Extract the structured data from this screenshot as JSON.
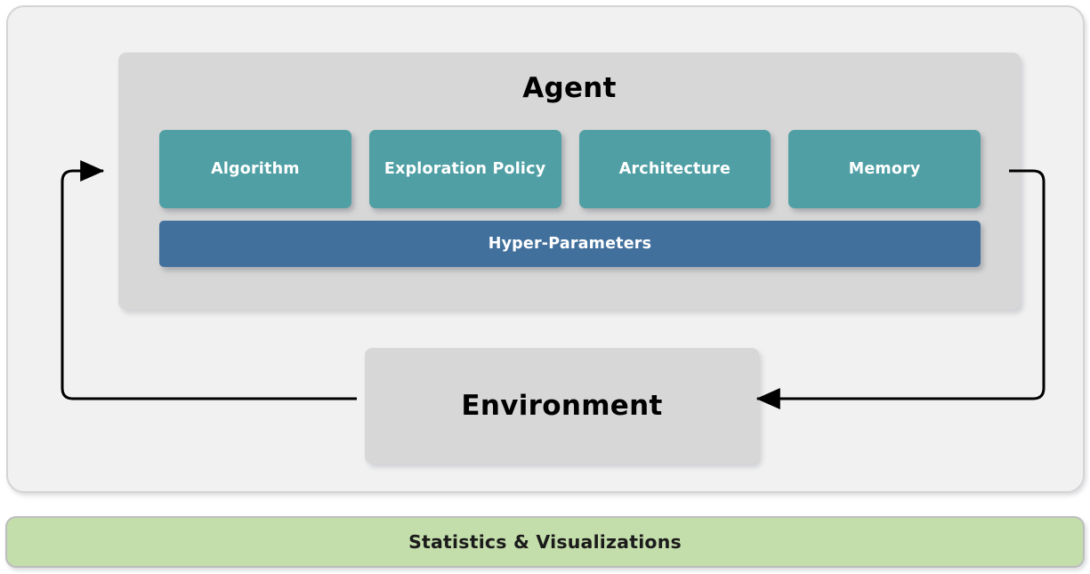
{
  "diagram": {
    "title_agent": "Agent",
    "title_environment": "Environment",
    "agent": {
      "label": "Agent",
      "components": [
        {
          "label": "Algorithm"
        },
        {
          "label": "Exploration Policy"
        },
        {
          "label": "Architecture"
        },
        {
          "label": "Memory"
        }
      ],
      "hyper_parameters_label": "Hyper-Parameters"
    },
    "environment": {
      "label": "Environment"
    },
    "statistics_bar": {
      "label": "Statistics & Visualizations"
    },
    "connectors": [
      {
        "name": "environment-to-agent",
        "direction": "left-loop",
        "arrow_target": "agent"
      },
      {
        "name": "agent-to-environment",
        "direction": "right-loop",
        "arrow_target": "environment"
      }
    ],
    "colors": {
      "component_teal": "#4f9fa4",
      "hyper_parameters_blue": "#41709c",
      "agent_panel_gray": "#d7d7d7",
      "outer_panel_gray": "#f1f1f1",
      "statistics_green": "#c3ddab",
      "connector_black": "#000000",
      "text_white": "#ffffff",
      "text_black": "#000000"
    }
  }
}
